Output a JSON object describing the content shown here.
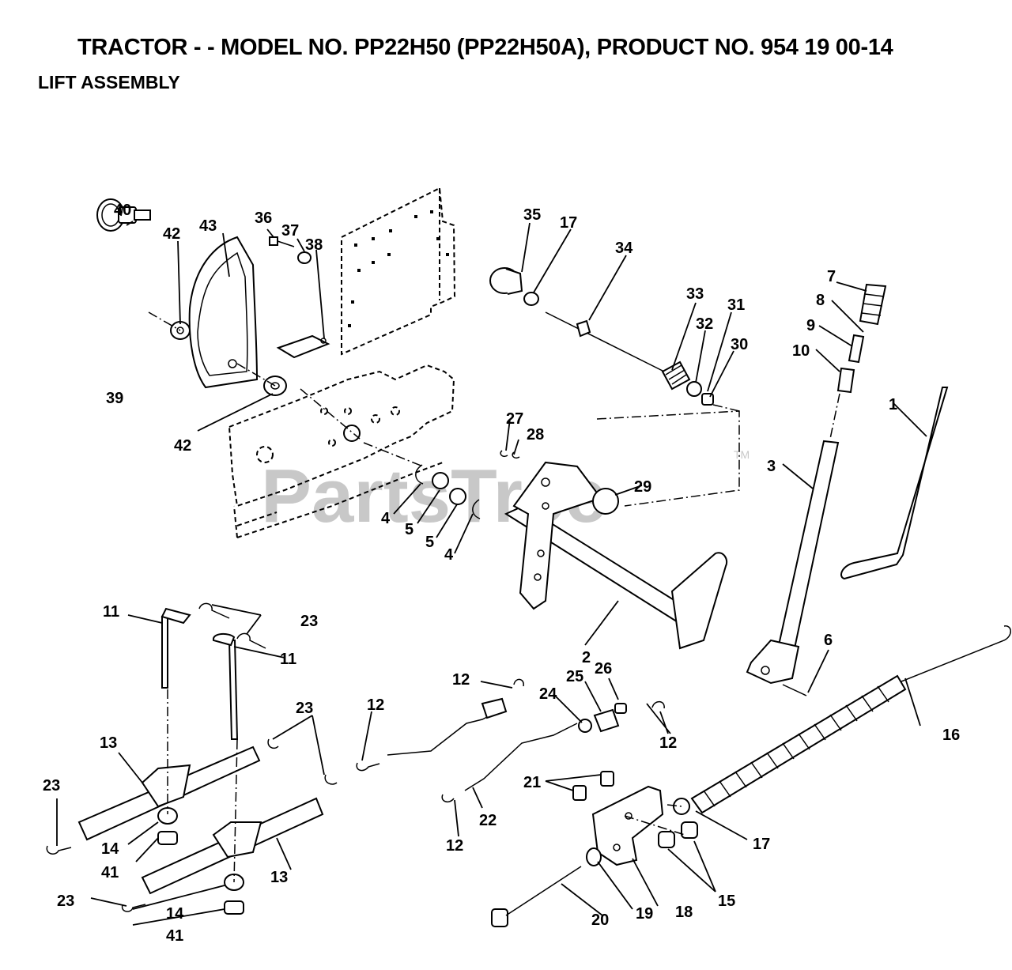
{
  "header": {
    "title": "TRACTOR - - MODEL NO. PP22H50 (PP22H50A), PRODUCT NO. 954 19 00-14",
    "subtitle": "LIFT ASSEMBLY"
  },
  "watermark": {
    "text": "PartsTree",
    "mark": "TM"
  },
  "callouts": {
    "c1": "1",
    "c2": "2",
    "c3": "3",
    "c4a": "4",
    "c4b": "4",
    "c5a": "5",
    "c5b": "5",
    "c6": "6",
    "c7": "7",
    "c8": "8",
    "c9": "9",
    "c10": "10",
    "c11a": "11",
    "c11b": "11",
    "c12a": "12",
    "c12b": "12",
    "c12c": "12",
    "c12d": "12",
    "c13a": "13",
    "c13b": "13",
    "c14a": "14",
    "c14b": "14",
    "c15": "15",
    "c16": "16",
    "c17a": "17",
    "c17b": "17",
    "c18": "18",
    "c19": "19",
    "c20": "20",
    "c21": "21",
    "c22": "22",
    "c23a": "23",
    "c23b": "23",
    "c23c": "23",
    "c23d": "23",
    "c24": "24",
    "c25": "25",
    "c26": "26",
    "c27": "27",
    "c28": "28",
    "c29": "29",
    "c30": "30",
    "c31": "31",
    "c32": "32",
    "c33": "33",
    "c34": "34",
    "c35": "35",
    "c36": "36",
    "c37": "37",
    "c38": "38",
    "c39": "39",
    "c40": "40",
    "c41a": "41",
    "c41b": "41",
    "c42a": "42",
    "c42b": "42",
    "c43": "43"
  }
}
